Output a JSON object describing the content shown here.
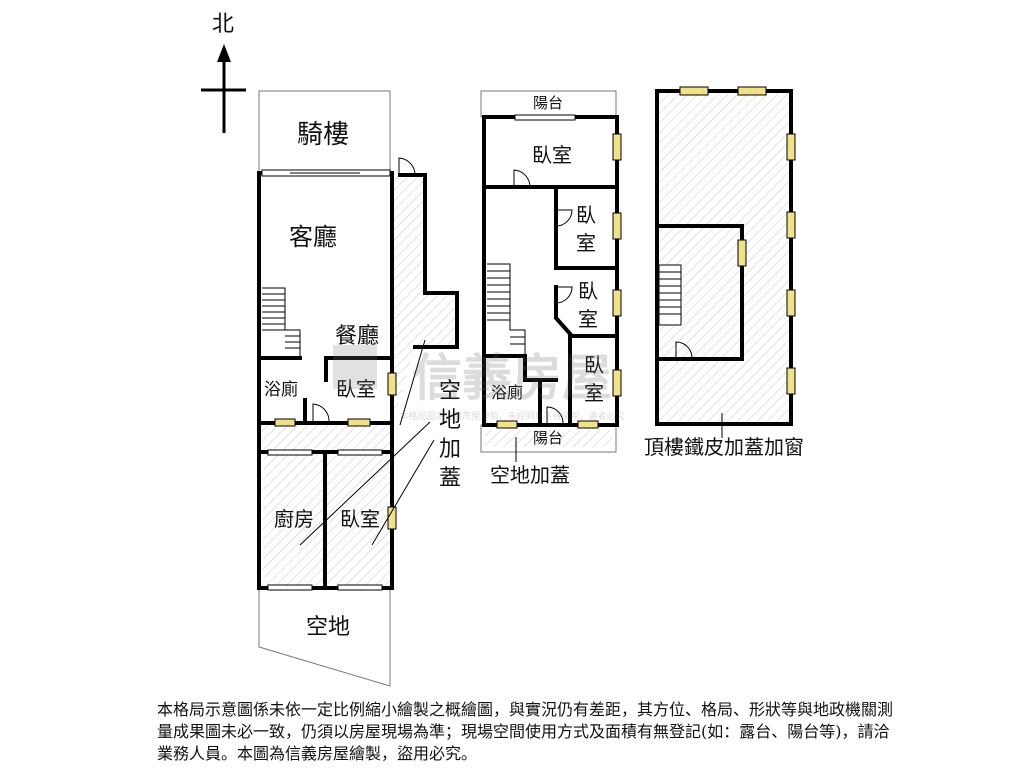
{
  "compass": {
    "north": "北"
  },
  "ground_floor": {
    "arcade": "騎樓",
    "living_room": "客廳",
    "dining_room": "餐廳",
    "bathroom": "浴廁",
    "bedroom_mid": "臥室",
    "kitchen": "廚房",
    "bedroom_rear": "臥室",
    "rear_open_space": "空地",
    "side_addition": [
      "空",
      "地",
      "加",
      "蓋"
    ]
  },
  "second_floor": {
    "balcony_front": "陽台",
    "bedroom_1": "臥室",
    "bedroom_2": [
      "臥",
      "室"
    ],
    "bedroom_3": [
      "臥",
      "室"
    ],
    "bathroom": "浴廁",
    "bedroom_4": [
      "臥",
      "室"
    ],
    "balcony_rear": "陽台",
    "caption": "空地加蓋"
  },
  "roof_floor": {
    "caption": "頂樓鐵皮加蓋加窗"
  },
  "watermark": {
    "brand": "信義房屋",
    "fine_print": "本格局圖為信義房屋繪製，未經同意不得使用，違者必究"
  },
  "disclaimer": "本格局示意圖係未依一定比例縮小繪製之概繪圖，與實況仍有差距，其方位、格局、形狀等與地政機關測量成果圖未必一致，仍須以房屋現場為準；現場空間使用方式及面積有無登記(如：露台、陽台等)，請洽業務人員。本圖為信義房屋繪製，盜用必究。"
}
